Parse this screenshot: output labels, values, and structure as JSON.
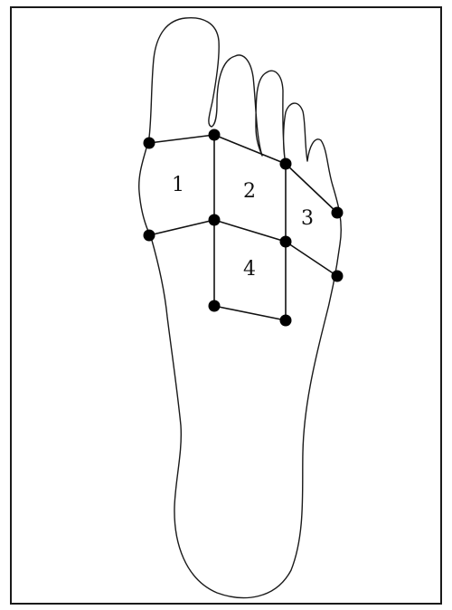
{
  "figure": {
    "regions": [
      {
        "id": "r1",
        "label": "1"
      },
      {
        "id": "r2",
        "label": "2"
      },
      {
        "id": "r3",
        "label": "3"
      },
      {
        "id": "r4",
        "label": "4"
      }
    ]
  },
  "colors": {
    "line": "#111111",
    "node": "#000000",
    "background": "#ffffff"
  }
}
